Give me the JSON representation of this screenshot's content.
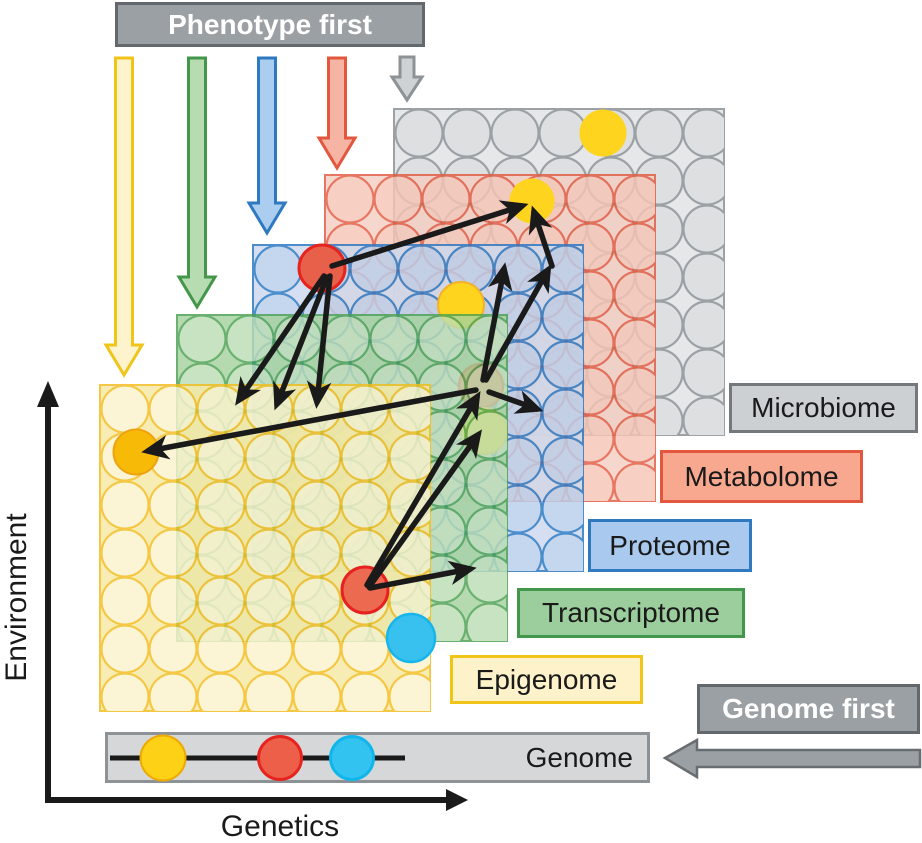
{
  "banners": {
    "phenotype_first": "Phenotype first",
    "genome_first": "Genome first"
  },
  "axes": {
    "y_label": "Environment",
    "x_label": "Genetics"
  },
  "layers": [
    {
      "label": "Microbiome",
      "accent": "#878d92",
      "box_fill": "#ccd0d3"
    },
    {
      "label": "Metabolome",
      "accent": "#e25a41",
      "box_fill": "#f8a88f"
    },
    {
      "label": "Proteome",
      "accent": "#2676c2",
      "box_fill": "#a9caee"
    },
    {
      "label": "Transcriptome",
      "accent": "#4aa152",
      "box_fill": "#9bce9c"
    },
    {
      "label": "Epigenome",
      "accent": "#f2bd1d",
      "box_fill": "#fdf2ca"
    }
  ],
  "genome_track": {
    "label": "Genome",
    "dot_colors": [
      "#fcd116",
      "#ed5f49",
      "#33c3f0"
    ]
  },
  "phenotype_arrow_colors": [
    "#f0c419",
    "#42974a",
    "#2e79c0",
    "#e3573f",
    "#8d9296"
  ],
  "highlight_dots": [
    {
      "layer": "microbiome",
      "color": "yellow"
    },
    {
      "layer": "metabolome",
      "color": "yellow"
    },
    {
      "layer": "proteome",
      "color": "red"
    },
    {
      "layer": "proteome",
      "color": "yellow"
    },
    {
      "layer": "transcriptome",
      "color": "red"
    },
    {
      "layer": "transcriptome",
      "color": "yellow"
    },
    {
      "layer": "epigenome",
      "color": "orange-yellow"
    },
    {
      "layer": "epigenome",
      "color": "red"
    },
    {
      "layer": "epigenome",
      "color": "cyan"
    },
    {
      "layer": "genome",
      "color": "yellow"
    },
    {
      "layer": "genome",
      "color": "red"
    },
    {
      "layer": "genome",
      "color": "cyan"
    }
  ],
  "relation_arrow_count": 12
}
